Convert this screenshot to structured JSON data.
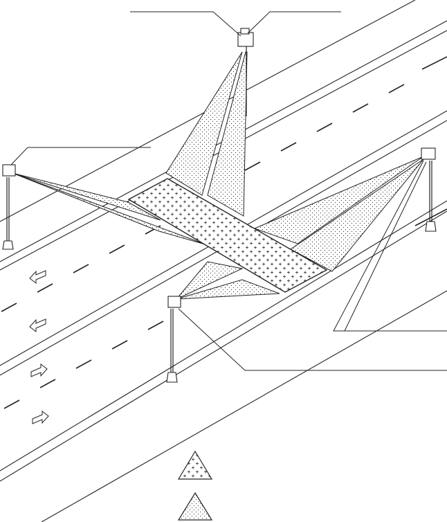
{
  "figure": {
    "background": "#ffffff",
    "stroke_color": "#222222",
    "camera_units": [
      {
        "id": "top",
        "icon": "camera-icon"
      },
      {
        "id": "left",
        "icon": "camera-icon"
      },
      {
        "id": "right",
        "icon": "camera-icon"
      },
      {
        "id": "bottom",
        "icon": "camera-icon"
      }
    ],
    "traffic_arrows": [
      {
        "direction": "left",
        "icon": "arrow-left-icon"
      },
      {
        "direction": "left",
        "icon": "arrow-left-icon"
      },
      {
        "direction": "right",
        "icon": "arrow-right-icon"
      },
      {
        "direction": "right",
        "icon": "arrow-right-icon"
      }
    ],
    "legend": [
      {
        "pattern": "crosses",
        "icon": "cross-hatch-triangle-icon",
        "label": ""
      },
      {
        "pattern": "dots",
        "icon": "dot-hatch-triangle-icon",
        "label": ""
      }
    ]
  }
}
